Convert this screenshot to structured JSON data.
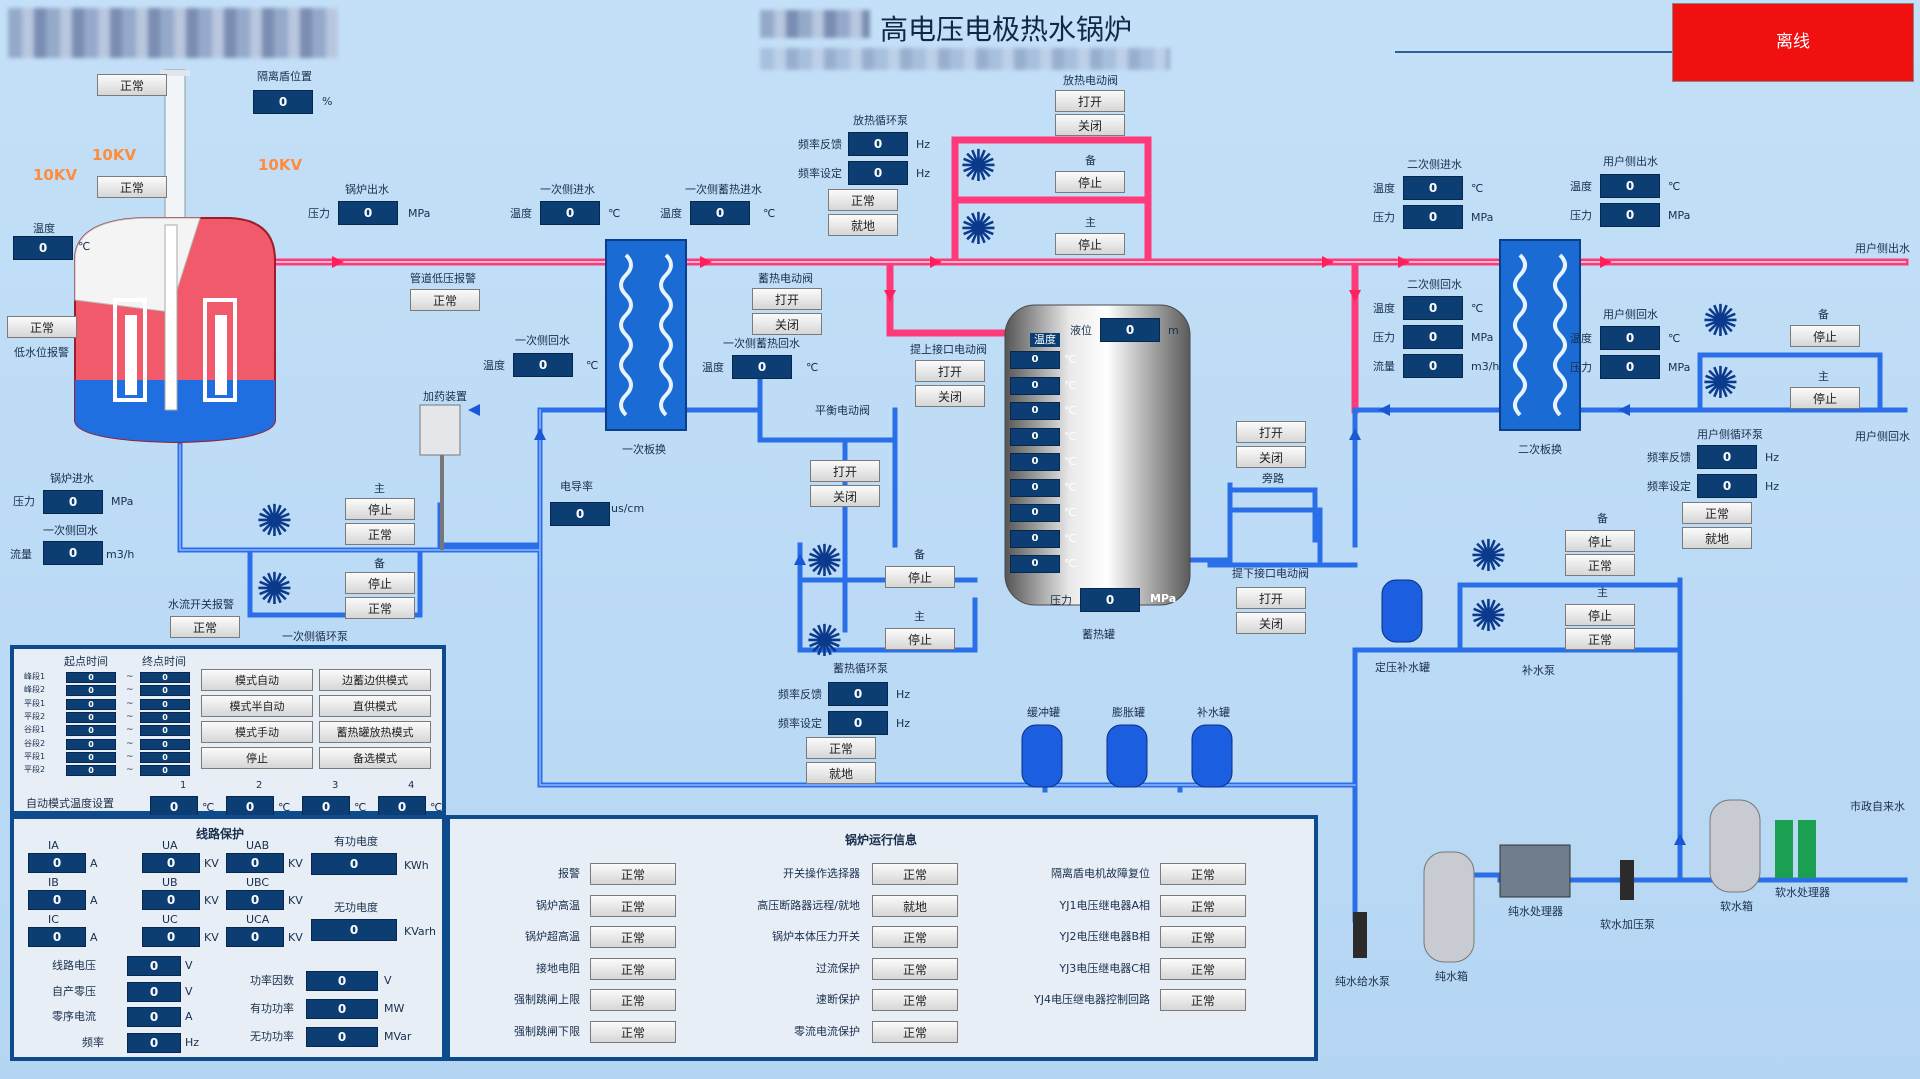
{
  "header": {
    "title": "高电压电极热水锅炉",
    "status": "离线"
  },
  "boiler": {
    "isolation_label": "隔离盾位置",
    "isolation_value": "0",
    "isolation_unit": "%",
    "status_top": "正常",
    "status_mid": "正常",
    "kv1": "10KV",
    "kv2": "10KV",
    "kv3": "10KV",
    "temp_label": "温度",
    "temp_value": "0",
    "temp_unit": "℃",
    "low_water_status": "正常",
    "low_water_label": "低水位报警",
    "inlet_label": "锅炉进水",
    "inlet_pressure_label": "压力",
    "inlet_pressure": "0",
    "inlet_pressure_unit": "MPa",
    "primary_return_label": "一次侧回水",
    "flow_label": "流量",
    "flow_value": "0",
    "flow_unit": "m3/h",
    "flow_switch_label": "水流开关报警",
    "flow_switch_status": "正常"
  },
  "boiler_out": {
    "label": "锅炉出水",
    "pressure_label": "压力",
    "pressure": "0",
    "unit": "MPa",
    "low_pressure_label": "管道低压报警",
    "low_pressure_status": "正常"
  },
  "primary_in": {
    "label": "一次侧进水",
    "temp_label": "温度",
    "temp": "0",
    "unit": "℃"
  },
  "primary_back": {
    "label": "一次侧回水",
    "temp_label": "温度",
    "temp": "0",
    "unit": "℃"
  },
  "dosing": {
    "label": "加药装置"
  },
  "hx1": {
    "label": "一次板换"
  },
  "primary_pumps": {
    "main_label": "主",
    "main_stop": "停止",
    "main_status": "正常",
    "standby_label": "备",
    "standby_stop": "停止",
    "standby_status": "正常",
    "label": "一次侧循环泵"
  },
  "conductivity": {
    "label": "电导率",
    "value": "0",
    "unit": "us/cm"
  },
  "storage_in": {
    "label": "一次侧蓄热进水",
    "temp_label": "温度",
    "temp": "0",
    "unit": "℃"
  },
  "storage_back": {
    "label": "一次侧蓄热回水",
    "temp_label": "温度",
    "temp": "0",
    "unit": "℃"
  },
  "storage_valve": {
    "label": "蓄热电动阀",
    "open": "打开",
    "close": "关闭"
  },
  "balance_valve": {
    "label": "平衡电动阀",
    "open": "打开",
    "close": "关闭"
  },
  "release_pump": {
    "label": "放热循环泵",
    "freq_fb_label": "频率反馈",
    "freq_fb": "0",
    "freq_set_label": "频率设定",
    "freq_set": "0",
    "unit": "Hz",
    "status": "正常",
    "local": "就地"
  },
  "release_valve": {
    "label": "放热电动阀",
    "open": "打开",
    "close": "关闭"
  },
  "release_pumps": {
    "standby_label": "备",
    "standby_stop": "停止",
    "main_label": "主",
    "main_stop": "停止"
  },
  "upper_valve": {
    "label": "提上接口电动阀",
    "open": "打开",
    "close": "关闭"
  },
  "tank": {
    "level_label": "液位",
    "level": "0",
    "level_unit": "m",
    "temp_label": "温度",
    "temps": [
      "0",
      "0",
      "0",
      "0",
      "0",
      "0",
      "0",
      "0",
      "0"
    ],
    "temp_unit": "℃",
    "pressure_label": "压力",
    "pressure": "0",
    "pressure_unit": "MPa",
    "label": "蓄热罐"
  },
  "bypass": {
    "open": "打开",
    "close": "关闭",
    "label": "旁路"
  },
  "lower_valve": {
    "label": "提下接口电动阀",
    "open": "打开",
    "close": "关闭"
  },
  "storage_pumps": {
    "standby_label": "备",
    "standby_stop": "停止",
    "main_label": "主",
    "main_stop": "停止",
    "label": "蓄热循环泵",
    "freq_fb_label": "频率反馈",
    "freq_fb": "0",
    "freq_set_label": "频率设定",
    "freq_set": "0",
    "unit": "Hz",
    "status": "正常",
    "local": "就地"
  },
  "small_tanks": {
    "buffer": "缓冲罐",
    "expansion": "膨胀罐",
    "makeup": "补水罐"
  },
  "secondary_in": {
    "label": "二次侧进水",
    "temp_label": "温度",
    "temp": "0",
    "temp_unit": "℃",
    "pressure_label": "压力",
    "pressure": "0",
    "pressure_unit": "MPa"
  },
  "secondary_back": {
    "label": "二次侧回水",
    "temp_label": "温度",
    "temp": "0",
    "temp_unit": "℃",
    "pressure_label": "压力",
    "pressure": "0",
    "pressure_unit": "MPa",
    "flow_label": "流量",
    "flow": "0",
    "flow_unit": "m3/h"
  },
  "hx2": {
    "label": "二次板换"
  },
  "user_out": {
    "label": "用户侧出水",
    "temp_label": "温度",
    "temp": "0",
    "temp_unit": "℃",
    "pressure_label": "压力",
    "pressure": "0",
    "pressure_unit": "MPa",
    "pipe_label": "用户侧出水"
  },
  "user_back": {
    "label": "用户侧回水",
    "temp_label": "温度",
    "temp": "0",
    "temp_unit": "℃",
    "pressure_label": "压力",
    "pressure": "0",
    "pressure_unit": "MPa",
    "pipe_label": "用户侧回水"
  },
  "user_pumps": {
    "standby_label": "备",
    "standby_stop": "停止",
    "main_label": "主",
    "main_stop": "停止",
    "label": "用户侧循环泵",
    "freq_fb_label": "频率反馈",
    "freq_fb": "0",
    "freq_set_label": "频率设定",
    "freq_set": "0",
    "unit": "Hz",
    "status": "正常",
    "local": "就地"
  },
  "makeup": {
    "standby_label": "备",
    "standby_stop": "停止",
    "standby_status": "正常",
    "main_label": "主",
    "main_stop": "停止",
    "main_status": "正常",
    "pump_label": "补水泵",
    "tank_label": "定压补水罐"
  },
  "water_treat": {
    "city_water": "市政自来水",
    "softener": "软水处理器",
    "soft_tank": "软水箱",
    "soft_pump": "软水加压泵",
    "pure_proc": "纯水处理器",
    "pure_tank": "纯水箱",
    "pure_pump": "纯水给水泵"
  },
  "schedule": {
    "start_label": "起点时间",
    "end_label": "终点时间",
    "rows": [
      "峰段1",
      "峰段2",
      "平段1",
      "平段2",
      "谷段1",
      "谷段2",
      "平段1",
      "平段2"
    ],
    "zero": "0",
    "tilde": "~",
    "buttons": [
      "模式自动",
      "边蓄边供模式",
      "模式半自动",
      "直供模式",
      "模式手动",
      "蓄热罐放热模式",
      "停止",
      "备选模式"
    ],
    "auto_temp_label": "自动模式温度设置",
    "slots": [
      "1",
      "2",
      "3",
      "4"
    ],
    "slot_vals": [
      "0",
      "0",
      "0",
      "0"
    ],
    "unit": "℃"
  },
  "line_protect": {
    "title": "线路保护",
    "ia": "IA",
    "ua": "UA",
    "uab": "UAB",
    "ib": "IB",
    "ub": "UB",
    "ubc": "UBC",
    "ic": "IC",
    "uc": "UC",
    "uca": "UCA",
    "zero": "0",
    "a": "A",
    "kv": "KV",
    "active_energy": "有功电度",
    "active_energy_unit": "KWh",
    "reactive_energy": "无功电度",
    "reactive_energy_unit": "KVarh",
    "line_v": "线路电压",
    "self_v": "自产零压",
    "zero_i": "零序电流",
    "freq": "频率",
    "v": "V",
    "hz": "Hz",
    "pf": "功率因数",
    "p": "有功功率",
    "q": "无功功率",
    "mw": "MW",
    "mvar": "MVar"
  },
  "run_info": {
    "title": "锅炉运行信息",
    "col1": [
      [
        "报警",
        "正常"
      ],
      [
        "锅炉高温",
        "正常"
      ],
      [
        "锅炉超高温",
        "正常"
      ],
      [
        "接地电阻",
        "正常"
      ],
      [
        "强制跳闸上限",
        "正常"
      ],
      [
        "强制跳闸下限",
        "正常"
      ]
    ],
    "col2": [
      [
        "开关操作选择器",
        "正常"
      ],
      [
        "高压断路器远程/就地",
        "就地"
      ],
      [
        "锅炉本体压力开关",
        "正常"
      ],
      [
        "过流保护",
        "正常"
      ],
      [
        "速断保护",
        "正常"
      ],
      [
        "零流电流保护",
        "正常"
      ]
    ],
    "col3": [
      [
        "隔离盾电机故障复位",
        "正常"
      ],
      [
        "YJ1电压继电器A相",
        "正常"
      ],
      [
        "YJ2电压继电器B相",
        "正常"
      ],
      [
        "YJ3电压继电器C相",
        "正常"
      ],
      [
        "YJ4电压继电器控制回路",
        "正常"
      ]
    ]
  },
  "colors": {
    "hot_pipe": "#ff3a7a",
    "cold_pipe": "#2b6fe8",
    "value_bg": "#0c3e73",
    "offline": "#f01010"
  }
}
